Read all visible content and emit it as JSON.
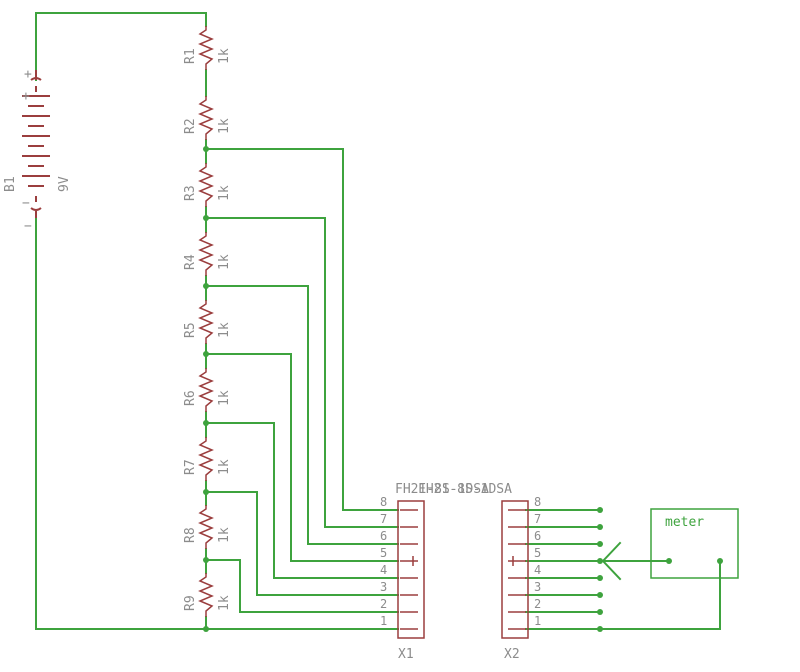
{
  "battery": {
    "name": "B1",
    "value": "9V",
    "plus": "+",
    "minus": "−"
  },
  "resistors": [
    {
      "name": "R1",
      "value": "1k"
    },
    {
      "name": "R2",
      "value": "1k"
    },
    {
      "name": "R3",
      "value": "1k"
    },
    {
      "name": "R4",
      "value": "1k"
    },
    {
      "name": "R5",
      "value": "1k"
    },
    {
      "name": "R6",
      "value": "1k"
    },
    {
      "name": "R7",
      "value": "1k"
    },
    {
      "name": "R8",
      "value": "1k"
    },
    {
      "name": "R9",
      "value": "1k"
    }
  ],
  "connector_x1": {
    "name": "X1",
    "pins": [
      "8",
      "7",
      "6",
      "5",
      "4",
      "3",
      "2",
      "1"
    ]
  },
  "connector_x2": {
    "name": "X2",
    "pins": [
      "8",
      "7",
      "6",
      "5",
      "4",
      "3",
      "2",
      "1"
    ]
  },
  "connector_part_label": "FH21-8S-1DSA",
  "meter": {
    "label": "meter"
  }
}
